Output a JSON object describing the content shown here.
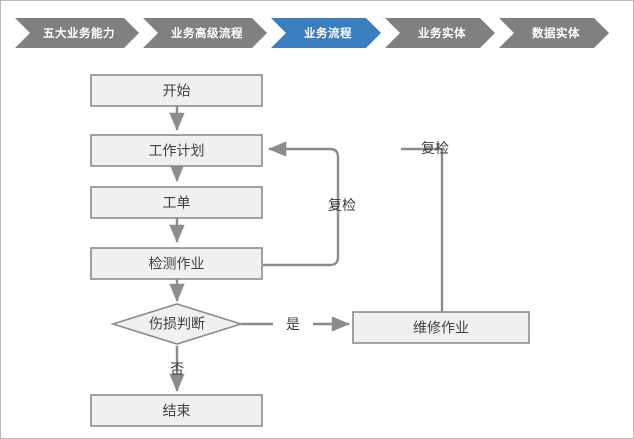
{
  "breadcrumb": {
    "items": [
      {
        "label": "五大业务能力",
        "active": false
      },
      {
        "label": "业务高级流程",
        "active": false
      },
      {
        "label": "业务流程",
        "active": true
      },
      {
        "label": "业务实体",
        "active": false
      },
      {
        "label": "数据实体",
        "active": false
      }
    ],
    "active_color": "#3a7ebf",
    "inactive_color": "#808080",
    "text_color": "#ffffff"
  },
  "flowchart": {
    "node_fill": "#f0f0f0",
    "node_border": "#8c8c8c",
    "connector_color": "#8c8c8c",
    "nodes": {
      "start": "开始",
      "work_plan": "工作计划",
      "work_order": "工单",
      "inspection_task": "检测作业",
      "damage_decision": "伤损判断",
      "repair_task": "维修作业",
      "end": "结束"
    },
    "edge_labels": {
      "recheck_inner": "复检",
      "recheck_outer": "复检",
      "yes": "是",
      "no": "否"
    }
  }
}
